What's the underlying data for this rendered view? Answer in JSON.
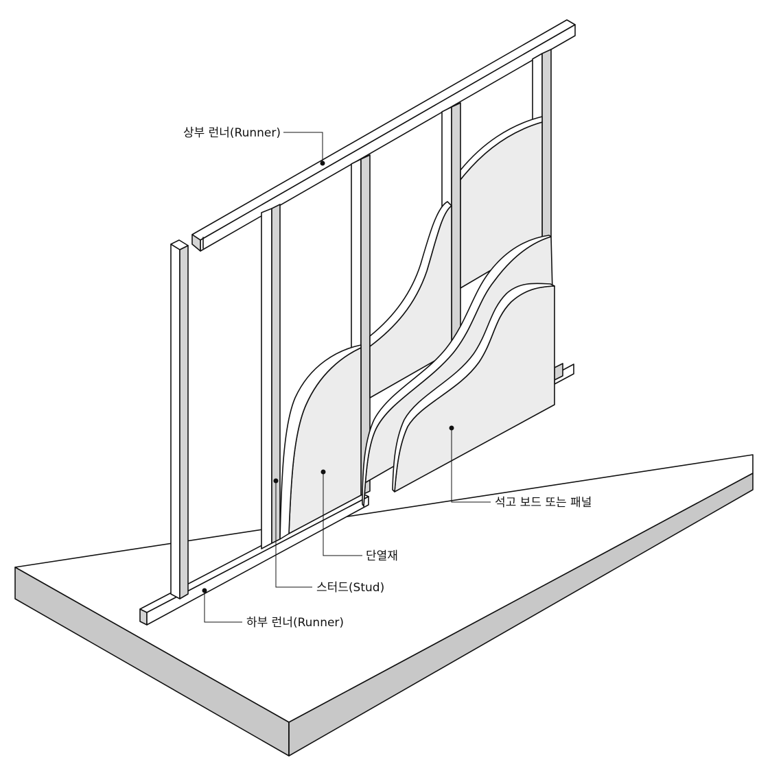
{
  "colors": {
    "background": "#ffffff",
    "outline": "#111111",
    "floor_top": "#ffffff",
    "floor_edge": "#c8c8c8",
    "metal_face": "#ffffff",
    "metal_shade": "#cfcfcf",
    "board": "#ececec",
    "insulation": "#ececec"
  },
  "labels": {
    "top_runner": "상부 런너(Runner)",
    "board": "석고 보드 또는 패널",
    "insulation": "단열재",
    "stud": "스터드(Stud)",
    "bottom_runner": "하부 런너(Runner)"
  }
}
